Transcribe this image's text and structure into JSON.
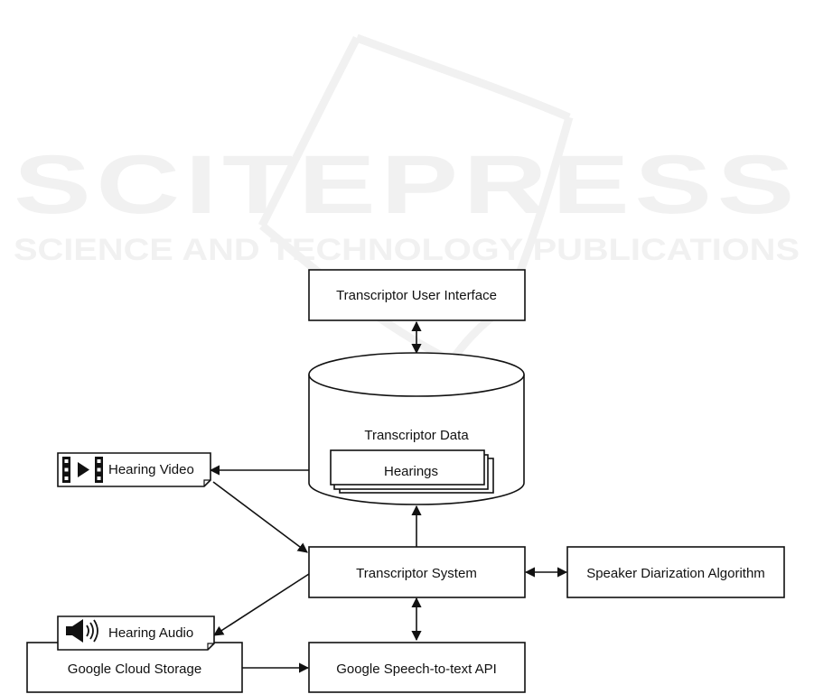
{
  "watermark": {
    "main": "SCITEPRESS",
    "sub": "SCIENCE AND TECHNOLOGY PUBLICATIONS"
  },
  "nodes": {
    "ui": "Transcriptor User Interface",
    "data": "Transcriptor Data",
    "hearings": "Hearings",
    "video": "Hearing Video",
    "system": "Transcriptor System",
    "diarization": "Speaker Diarization Algorithm",
    "audio": "Hearing Audio",
    "storage": "Google Cloud Storage",
    "speech_api": "Google Speech-to-text API"
  },
  "icons": {
    "video": "film-play-icon",
    "audio": "speaker-icon"
  }
}
